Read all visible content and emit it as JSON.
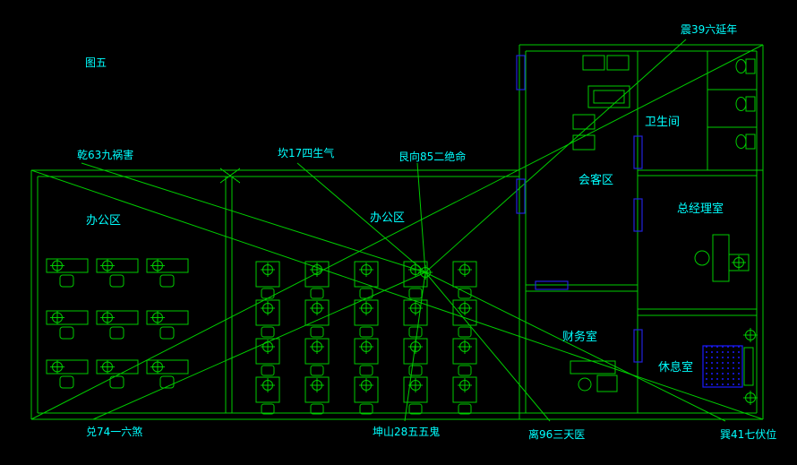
{
  "figure_label": "图五",
  "compass_labels": {
    "qian": "乾63九祸害",
    "kan": "坎17四生气",
    "gen": "艮向85二绝命",
    "zhen": "震39六延年",
    "dui": "兑74一六煞",
    "kun": "坤山28五五鬼",
    "li": "离96三天医",
    "xun": "巽41七伏位"
  },
  "room_labels": {
    "office_left": "办公区",
    "office_middle": "办公区",
    "reception": "会客区",
    "bathroom": "卫生间",
    "gm_office": "总经理室",
    "finance": "财务室",
    "rest_room": "休息室"
  },
  "colors": {
    "background": "#000000",
    "line_green": "#00cc00",
    "label_cyan": "#00ffff",
    "door_blue": "#2222dd",
    "bed_blue": "#1a1aff"
  }
}
